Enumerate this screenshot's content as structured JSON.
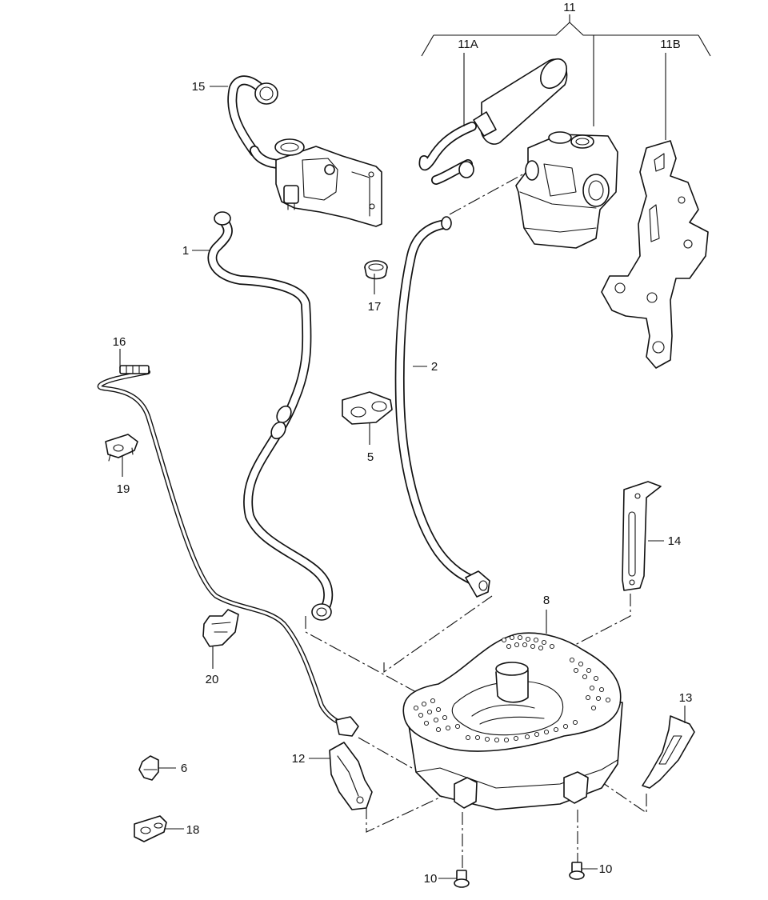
{
  "diagram": {
    "labels": {
      "p1": "1",
      "p2": "2",
      "p5": "5",
      "p6": "6",
      "p8": "8",
      "p10a": "10",
      "p10b": "10",
      "p11": "11",
      "p11a": "11A",
      "p11b": "11B",
      "p12": "12",
      "p13": "13",
      "p14": "14",
      "p15": "15",
      "p16": "16",
      "p17": "17",
      "p18": "18",
      "p19": "19",
      "p20": "20"
    }
  }
}
